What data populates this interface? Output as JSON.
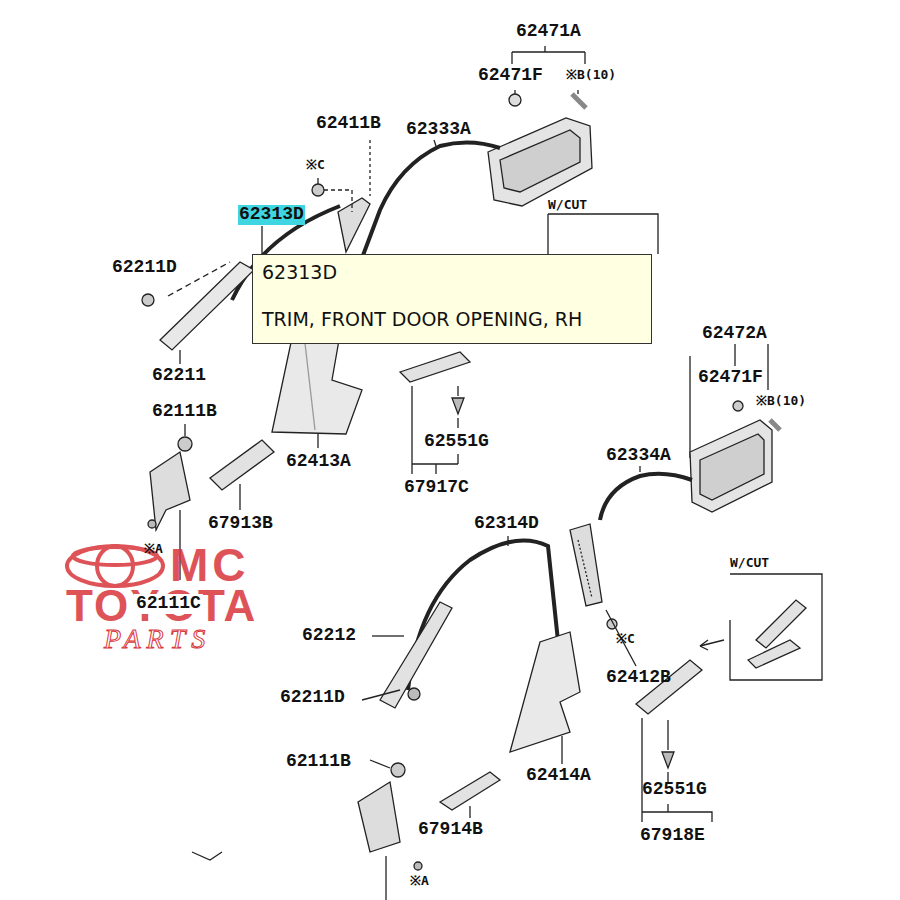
{
  "diagram": {
    "nodes": [
      {
        "text": [
          "62313D",
          "TRIM, FRONT DOOR OPENING, RH"
        ]
      }
    ],
    "edges": [],
    "labels": [
      "62471A",
      "62471F",
      "※B(10)",
      "62411B",
      "62333A",
      "※C",
      "62313D",
      "W/CUT",
      "62211D",
      "62211",
      "62111B",
      "62472A",
      "62471F",
      "※B(10)",
      "62413A",
      "62551G",
      "67917C",
      "67913B",
      "62334A",
      "62314D",
      "※A",
      "MC",
      "TOYOTA",
      "62111C",
      "PARTS",
      "W/CUT",
      "62212",
      "※C",
      "62412B",
      "62211D",
      "62111B",
      "62414A",
      "62551G",
      "67914B",
      "67918E",
      "※A"
    ]
  }
}
